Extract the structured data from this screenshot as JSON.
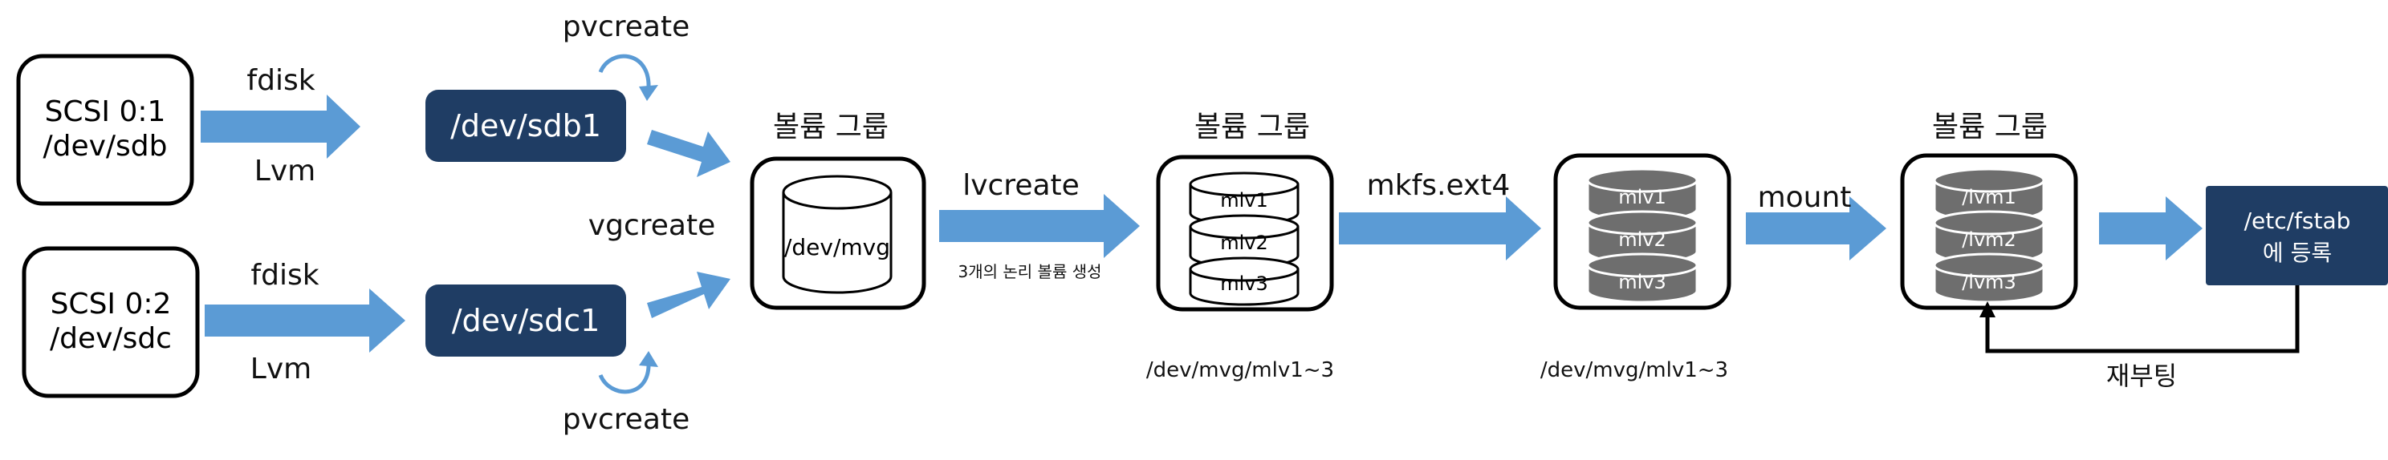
{
  "disks": [
    {
      "line1": "SCSI 0:1",
      "line2": "/dev/sdb"
    },
    {
      "line1": "SCSI 0:2",
      "line2": "/dev/sdc"
    }
  ],
  "steps": {
    "fdisk_top": "fdisk",
    "lvm_top": "Lvm",
    "fdisk_bottom": "fdisk",
    "lvm_bottom": "Lvm",
    "pvcreate_top": "pvcreate",
    "pvcreate_bottom": "pvcreate",
    "vgcreate": "vgcreate",
    "lvcreate": "lvcreate",
    "lvcreate_note": "3개의 논리 볼륨 생성",
    "mkfs": "mkfs.ext4",
    "mount": "mount",
    "reboot": "재부팅"
  },
  "partitions": [
    "/dev/sdb1",
    "/dev/sdc1"
  ],
  "volume_group": {
    "title": "볼륨 그룹",
    "name": "/dev/mvg"
  },
  "logical_volumes": {
    "title": "볼륨 그룹",
    "items": [
      "mlv1",
      "mlv2",
      "mlv3"
    ],
    "path": "/dev/mvg/mlv1~3"
  },
  "formatted_volumes": {
    "items": [
      "mlv1",
      "mlv2",
      "mlv3"
    ],
    "path": "/dev/mvg/mlv1~3"
  },
  "mounted_volumes": {
    "title": "볼륨 그룹",
    "items": [
      "/lvm1",
      "/lvm2",
      "/lvm3"
    ]
  },
  "fstab": {
    "line1": "/etc/fstab",
    "line2": "에 등록"
  },
  "colors": {
    "arrow": "#5b9bd5",
    "dark_box": "#1f3d64",
    "grey_disk": "#6e6e6e"
  }
}
